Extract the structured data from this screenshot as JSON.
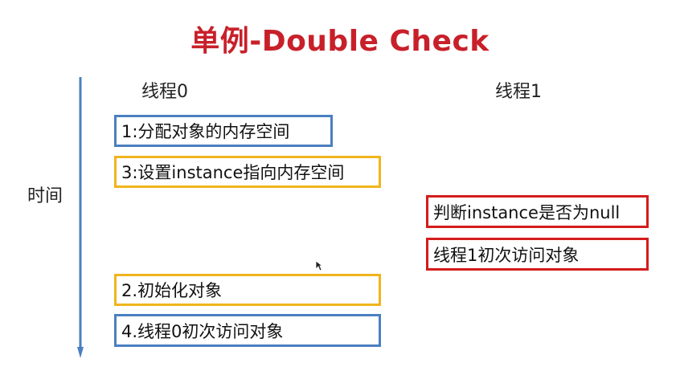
{
  "title": "单例-Double Check",
  "threads": {
    "thread0": "线程0",
    "thread1": "线程1"
  },
  "time_label": "时间",
  "steps": [
    {
      "text": "1:分配对象的内存空间",
      "color": "#4a7fc1"
    },
    {
      "text": "3:设置instance指向内存空间",
      "color": "#f0b41c"
    },
    {
      "text": "判断instance是否为null",
      "color": "#d31c1c"
    },
    {
      "text": "线程1初次访问对象",
      "color": "#d31c1c"
    },
    {
      "text": "2.初始化对象",
      "color": "#f0b41c"
    },
    {
      "text": "4.线程0初次访问对象",
      "color": "#4a7fc1"
    }
  ],
  "colors": {
    "title": "#c8202a",
    "timeline": "#4a7fc1"
  }
}
